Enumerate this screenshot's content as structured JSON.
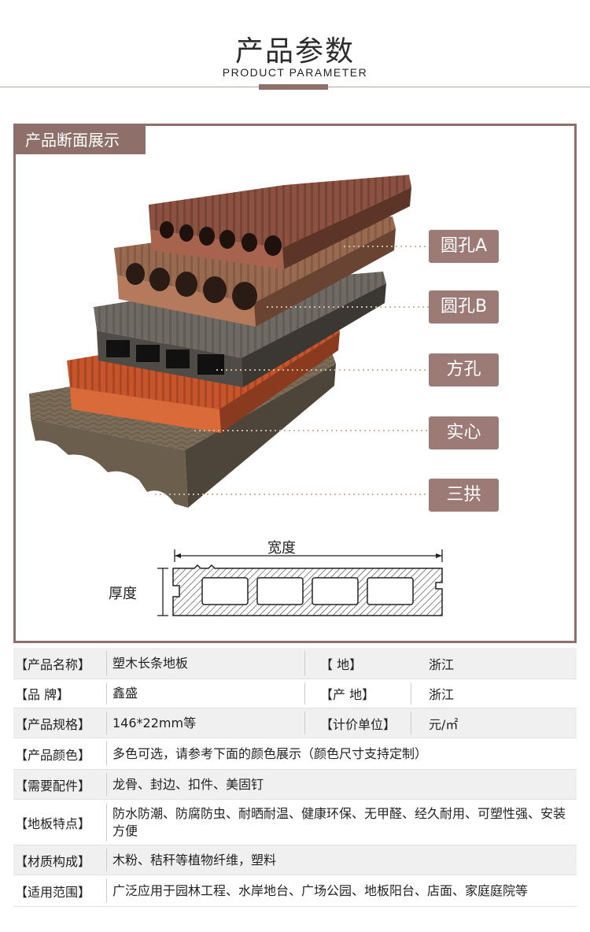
{
  "header": {
    "title": "产品参数",
    "subtitle": "PRODUCT PARAMETER"
  },
  "section": {
    "tab_label": "产品断面展示",
    "labels": [
      "圆孔A",
      "圆孔B",
      "方孔",
      "实心",
      "三拱"
    ]
  },
  "diagram": {
    "width_label": "宽度",
    "thickness_label": "厚度"
  },
  "colors": {
    "accent": "#8e6f6a",
    "pill": "#9c7a75",
    "row_alt": "#f1f0f0"
  },
  "specs": {
    "rows": [
      {
        "label": "【产品名称】",
        "value": "塑木长条地板",
        "label2": "【       地】",
        "value2": "浙江"
      },
      {
        "label": "【品      牌】",
        "value": "鑫盛",
        "label2": "【产      地】",
        "value2": "浙江"
      },
      {
        "label": "【产品规格】",
        "value": "146*22mm等",
        "label2": "【计价单位】",
        "value2": "元/㎡"
      },
      {
        "label": "【产品颜色】",
        "value": "多色可选，请参考下面的颜色展示（颜色尺寸支持定制）"
      },
      {
        "label": "【需要配件】",
        "value": "龙骨、封边、扣件、美固钉"
      },
      {
        "label": "【地板特点】",
        "value": "防水防潮、防腐防虫、耐晒耐温、健康环保、无甲醛、经久耐用、可塑性强、安装方便"
      },
      {
        "label": "【材质构成】",
        "value": "木粉、秸秆等植物纤维，塑料"
      },
      {
        "label": "【适用范围】",
        "value": "广泛应用于园林工程、水岸地台、广场公园、地板阳台、店面、家庭庭院等"
      }
    ]
  }
}
